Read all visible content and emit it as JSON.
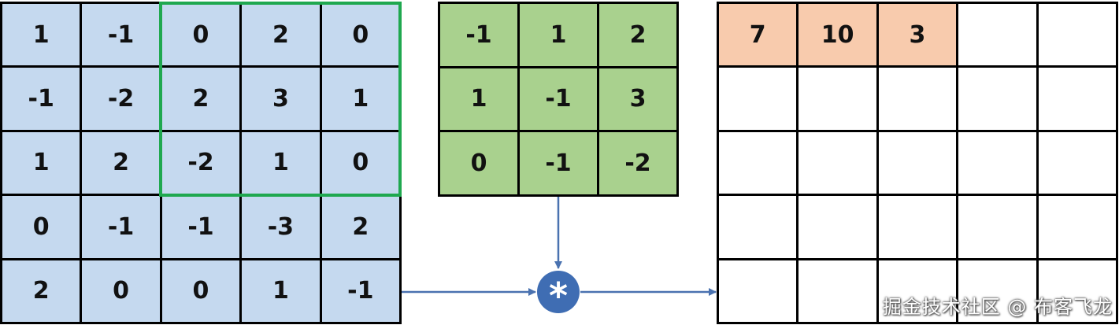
{
  "input_matrix": [
    [
      "1",
      "-1",
      "0",
      "2",
      "0"
    ],
    [
      "-1",
      "-2",
      "2",
      "3",
      "1"
    ],
    [
      "1",
      "2",
      "-2",
      "1",
      "0"
    ],
    [
      "0",
      "-1",
      "-1",
      "-3",
      "2"
    ],
    [
      "2",
      "0",
      "0",
      "1",
      "-1"
    ]
  ],
  "kernel_matrix": [
    [
      "-1",
      "1",
      "2"
    ],
    [
      "1",
      "-1",
      "3"
    ],
    [
      "0",
      "-1",
      "-2"
    ]
  ],
  "output_matrix": [
    [
      "7",
      "10",
      "3",
      "",
      ""
    ],
    [
      "",
      "",
      "",
      "",
      ""
    ],
    [
      "",
      "",
      "",
      "",
      ""
    ],
    [
      "",
      "",
      "",
      "",
      ""
    ],
    [
      "",
      "",
      "",
      "",
      ""
    ]
  ],
  "operator_symbol": "*",
  "watermark": "掘金技术社区 @ 布客飞龙",
  "colors": {
    "input_fill": "#c5d9ef",
    "kernel_fill": "#a9d18e",
    "output_filled": "#f8cbad",
    "receptive_field_border": "#1fa84f",
    "connector": "#4a72b0",
    "operator_fill": "#3f6db3"
  }
}
